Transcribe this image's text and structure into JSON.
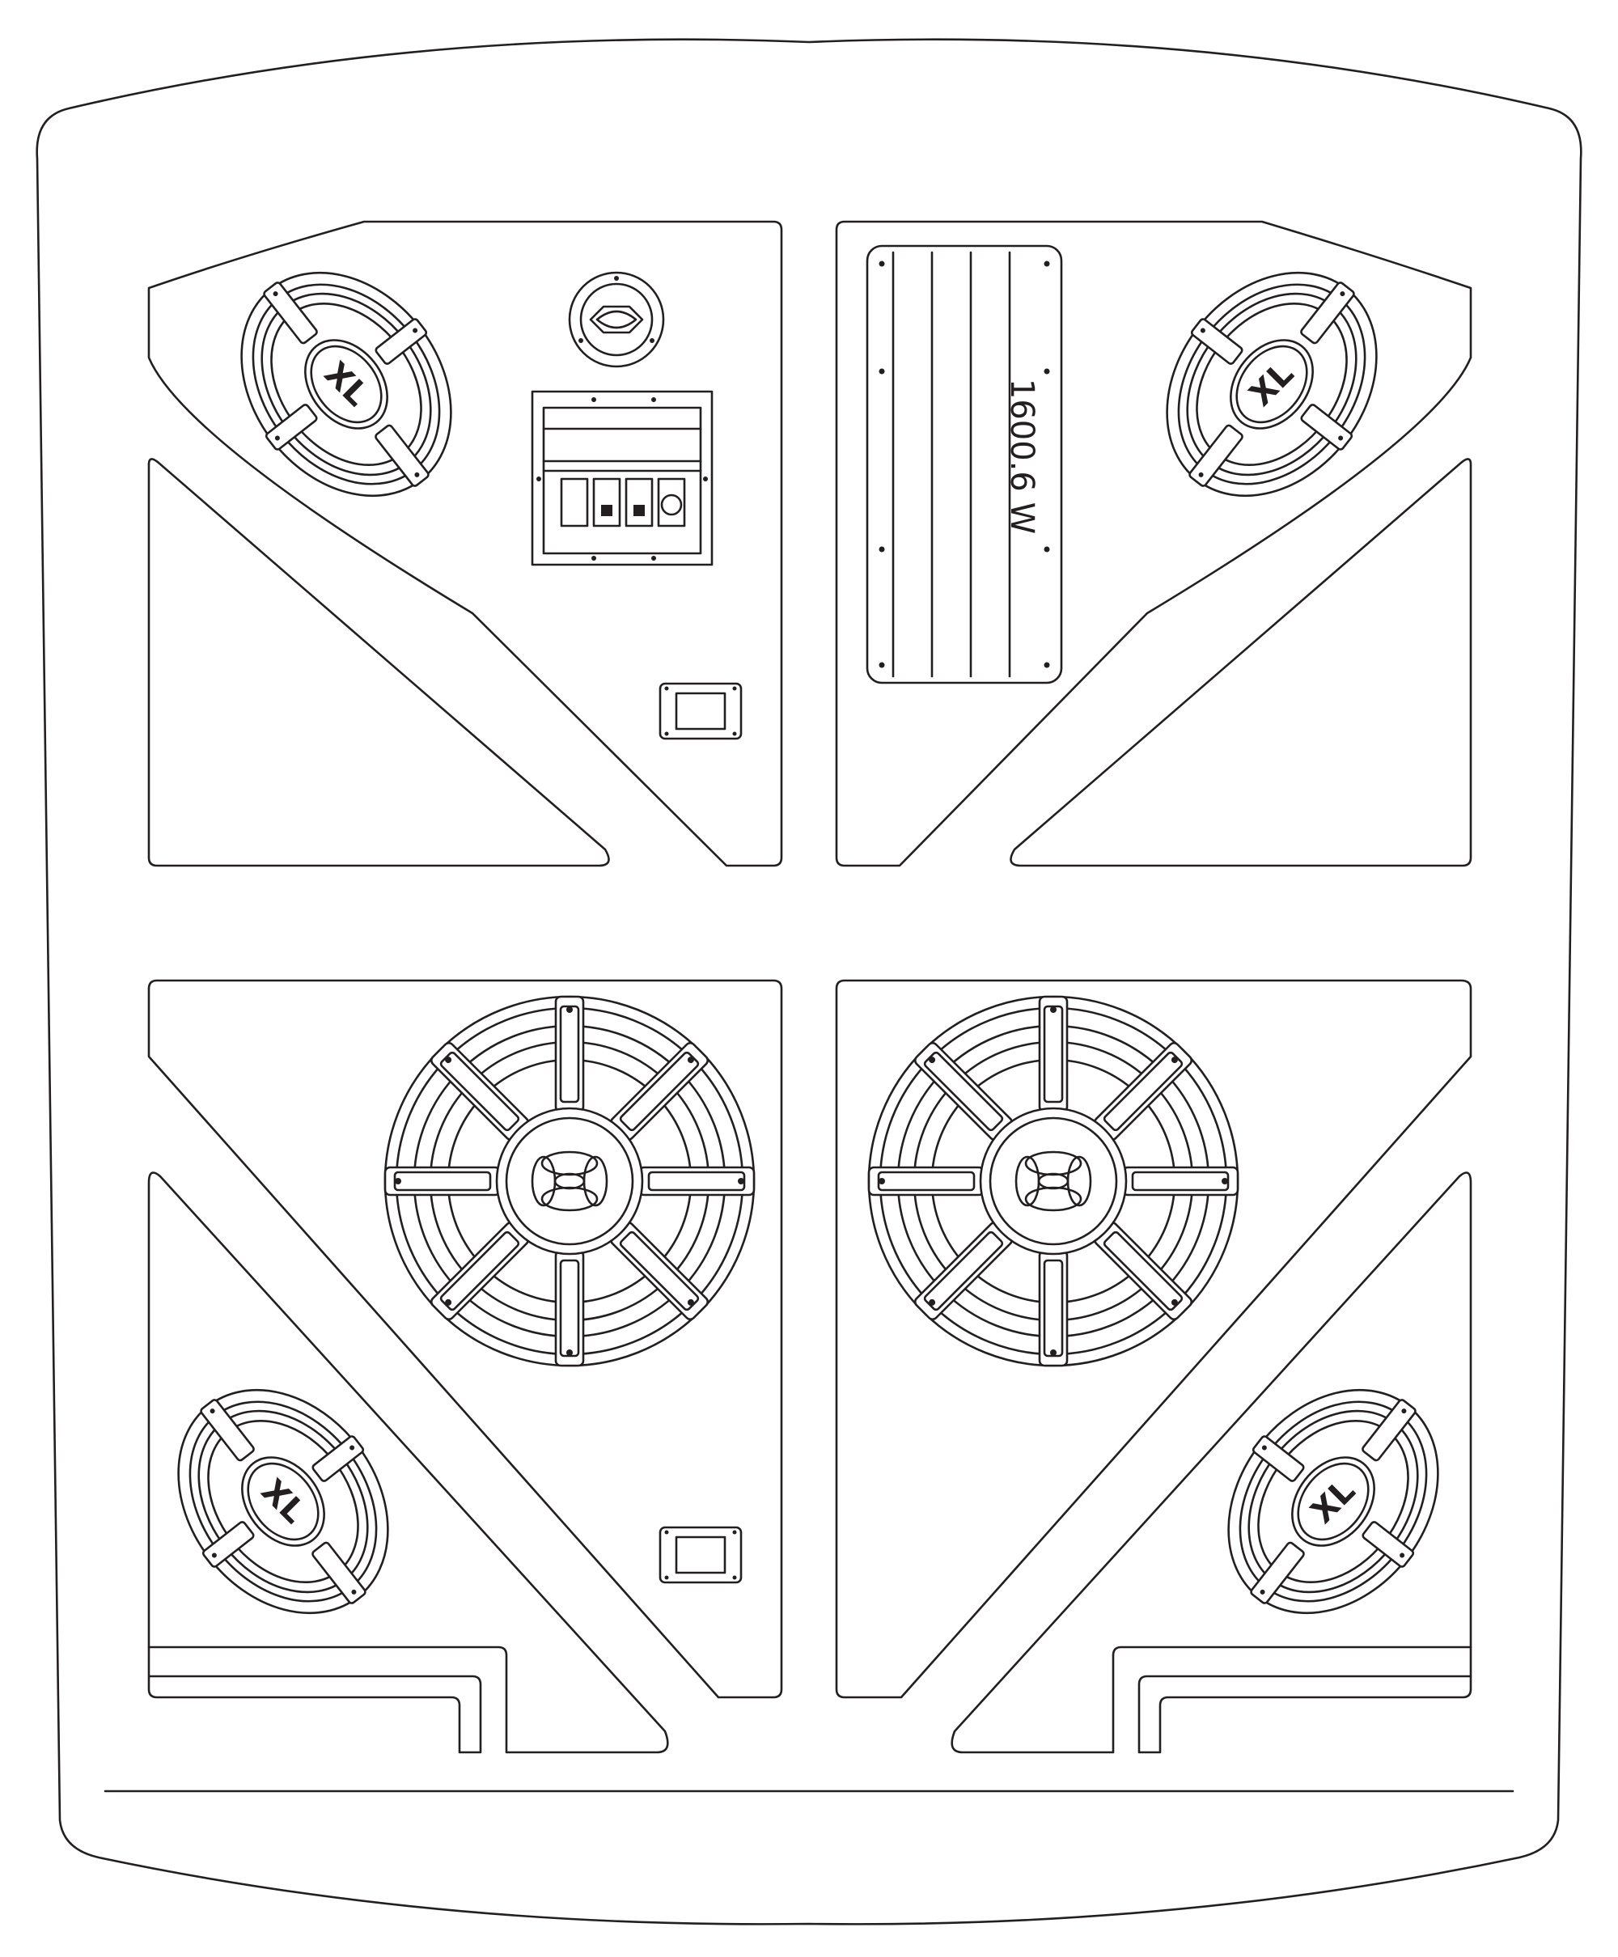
{
  "diagram": {
    "line_color": "#231f20",
    "background_color": "#ffffff",
    "amplifier": {
      "rating_label": "1600.6 W"
    },
    "speakers": [
      {
        "position": "top-left",
        "logo": "XL"
      },
      {
        "position": "top-right",
        "logo": "XL"
      },
      {
        "position": "bottom-left",
        "logo": "XL"
      },
      {
        "position": "bottom-right",
        "logo": "XL"
      }
    ]
  }
}
